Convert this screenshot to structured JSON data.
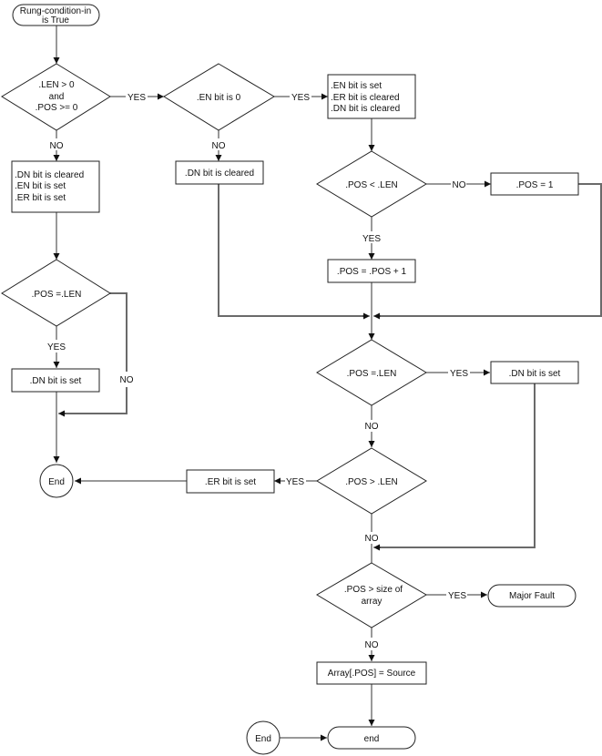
{
  "diagram": {
    "type": "flowchart",
    "nodes": {
      "start": {
        "kind": "terminator",
        "lines": [
          "Rung-condition-in",
          "is True"
        ]
      },
      "d_len_pos": {
        "kind": "decision",
        "lines": [
          ".LEN > 0",
          "and",
          ".POS >= 0"
        ]
      },
      "d_en_zero": {
        "kind": "decision",
        "lines": [
          ".EN bit is 0"
        ]
      },
      "p_en_set": {
        "kind": "process",
        "lines": [
          ".EN bit is set",
          ".ER bit is cleared",
          ".DN bit is cleared"
        ]
      },
      "p_err_bits": {
        "kind": "process",
        "lines": [
          ".DN bit is cleared",
          ".EN bit is set",
          ".ER bit is set"
        ]
      },
      "p_dn_cleared": {
        "kind": "process",
        "lines": [
          ".DN bit is cleared"
        ]
      },
      "d_pos_lt_len": {
        "kind": "decision",
        "lines": [
          ".POS < .LEN"
        ]
      },
      "p_pos_1": {
        "kind": "process",
        "lines": [
          ".POS = 1"
        ]
      },
      "p_pos_inc": {
        "kind": "process",
        "lines": [
          ".POS = .POS + 1"
        ]
      },
      "d_pos_eq_len_left": {
        "kind": "decision",
        "lines": [
          ".POS =.LEN"
        ]
      },
      "p_dn_set_left": {
        "kind": "process",
        "lines": [
          ".DN bit is set"
        ]
      },
      "d_pos_eq_len": {
        "kind": "decision",
        "lines": [
          ".POS =.LEN"
        ]
      },
      "p_dn_set_right": {
        "kind": "process",
        "lines": [
          ".DN bit is set"
        ]
      },
      "d_pos_gt_len": {
        "kind": "decision",
        "lines": [
          ".POS > .LEN"
        ]
      },
      "p_er_set": {
        "kind": "process",
        "lines": [
          ".ER bit is set"
        ]
      },
      "end_circle_1": {
        "kind": "connector",
        "lines": [
          "End"
        ]
      },
      "d_pos_gt_size": {
        "kind": "decision",
        "lines": [
          ".POS > size of",
          "array"
        ]
      },
      "t_major_fault": {
        "kind": "terminator",
        "lines": [
          "Major Fault"
        ]
      },
      "p_array_store": {
        "kind": "process",
        "lines": [
          "Array[.POS] = Source"
        ]
      },
      "end_circle_2": {
        "kind": "connector",
        "lines": [
          "End"
        ]
      },
      "t_end": {
        "kind": "terminator",
        "lines": [
          "end"
        ]
      }
    },
    "edge_labels": {
      "yes": "YES",
      "no": "NO"
    },
    "edges": [
      {
        "from": "start",
        "to": "d_len_pos",
        "label": ""
      },
      {
        "from": "d_len_pos",
        "to": "d_en_zero",
        "label": "YES"
      },
      {
        "from": "d_len_pos",
        "to": "p_err_bits",
        "label": "NO"
      },
      {
        "from": "d_en_zero",
        "to": "p_en_set",
        "label": "YES"
      },
      {
        "from": "d_en_zero",
        "to": "p_dn_cleared",
        "label": "NO"
      },
      {
        "from": "p_en_set",
        "to": "d_pos_lt_len",
        "label": ""
      },
      {
        "from": "d_pos_lt_len",
        "to": "p_pos_1",
        "label": "NO"
      },
      {
        "from": "d_pos_lt_len",
        "to": "p_pos_inc",
        "label": "YES"
      },
      {
        "from": "p_err_bits",
        "to": "d_pos_eq_len_left",
        "label": ""
      },
      {
        "from": "d_pos_eq_len_left",
        "to": "p_dn_set_left",
        "label": "YES"
      },
      {
        "from": "d_pos_eq_len_left",
        "to": "end_circle_1",
        "label": "NO"
      },
      {
        "from": "p_dn_set_left",
        "to": "end_circle_1",
        "label": ""
      },
      {
        "from": "p_dn_cleared",
        "to": "d_pos_eq_len",
        "label": ""
      },
      {
        "from": "p_pos_inc",
        "to": "d_pos_eq_len",
        "label": ""
      },
      {
        "from": "p_pos_1",
        "to": "d_pos_eq_len",
        "label": ""
      },
      {
        "from": "d_pos_eq_len",
        "to": "p_dn_set_right",
        "label": "YES"
      },
      {
        "from": "d_pos_eq_len",
        "to": "d_pos_gt_len",
        "label": "NO"
      },
      {
        "from": "d_pos_gt_len",
        "to": "p_er_set",
        "label": "YES"
      },
      {
        "from": "p_er_set",
        "to": "end_circle_1",
        "label": ""
      },
      {
        "from": "d_pos_gt_len",
        "to": "d_pos_gt_size",
        "label": "NO"
      },
      {
        "from": "p_dn_set_right",
        "to": "d_pos_gt_size",
        "label": ""
      },
      {
        "from": "d_pos_gt_size",
        "to": "t_major_fault",
        "label": "YES"
      },
      {
        "from": "d_pos_gt_size",
        "to": "p_array_store",
        "label": "NO"
      },
      {
        "from": "p_array_store",
        "to": "t_end",
        "label": ""
      },
      {
        "from": "end_circle_2",
        "to": "t_end",
        "label": ""
      }
    ]
  }
}
